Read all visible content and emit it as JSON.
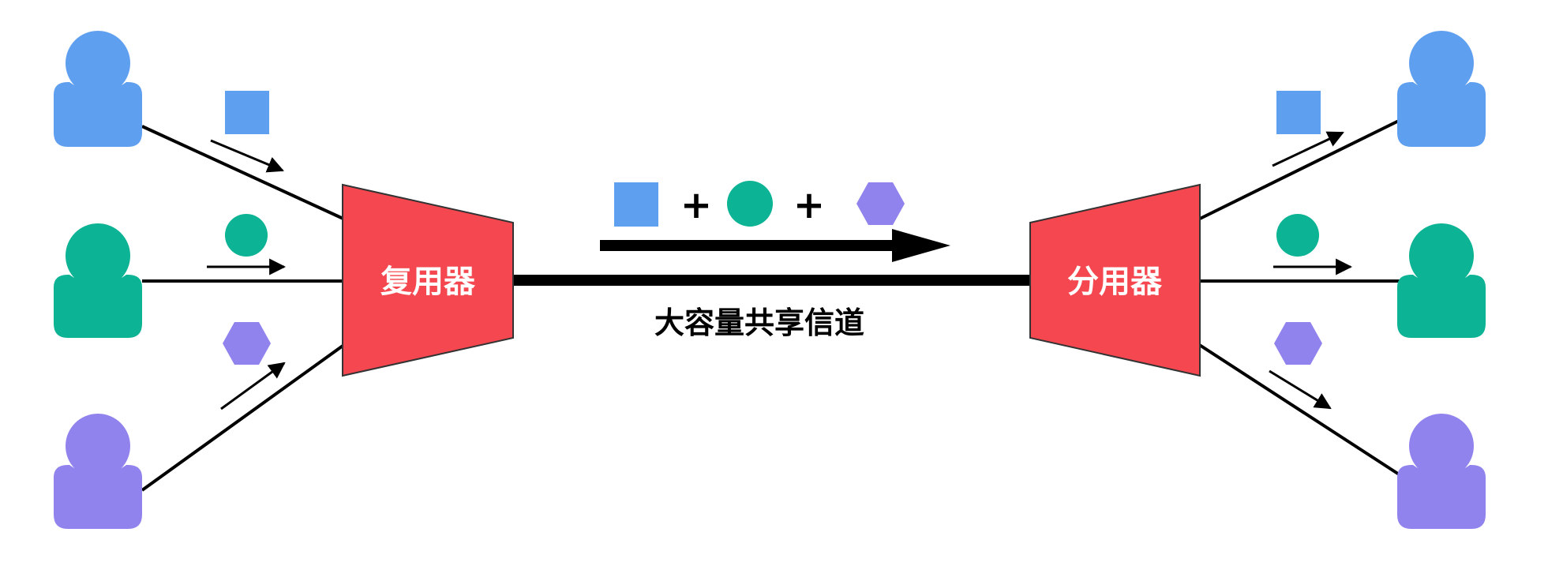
{
  "labels": {
    "multiplexer": "复用器",
    "demultiplexer": "分用器",
    "channel": "大容量共享信道",
    "plus_1": "+",
    "plus_2": "+"
  },
  "colors": {
    "blue": "#5f9ff0",
    "green": "#0cb394",
    "purple": "#9183ee",
    "red": "#f5474f",
    "line": "#000000",
    "box_text": "#ffffff"
  },
  "icons": {
    "user": "user-icon",
    "square": "square-signal-icon",
    "circle": "circle-signal-icon",
    "hexagon": "hexagon-signal-icon",
    "arrow": "arrow-right-icon",
    "device": "trapezoid-device-icon"
  }
}
